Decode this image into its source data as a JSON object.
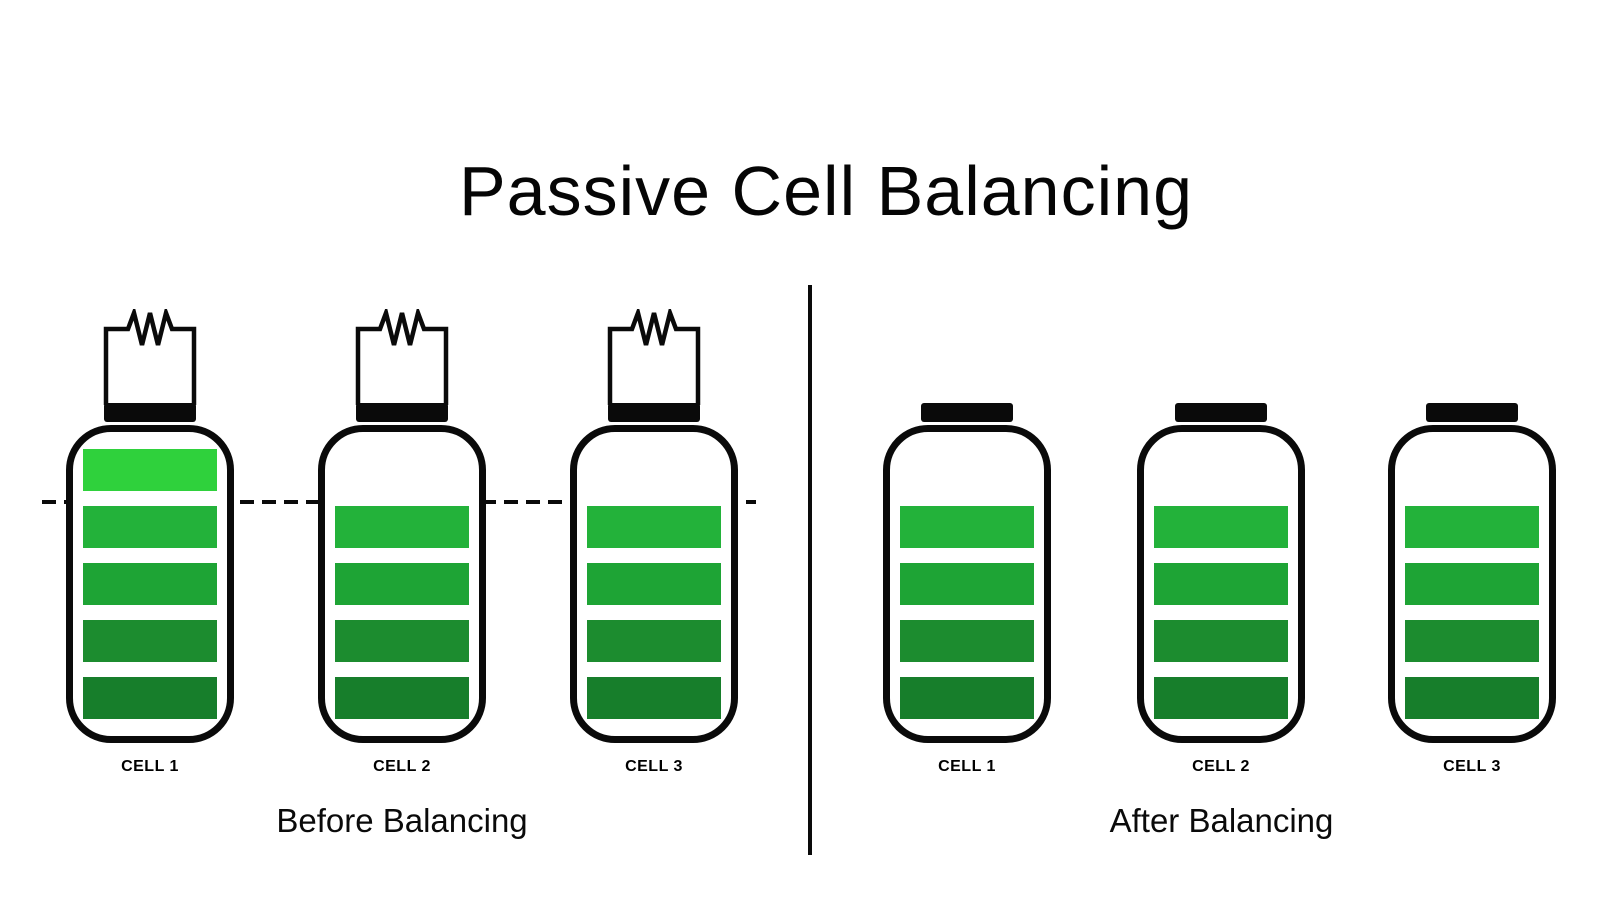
{
  "title": "Passive Cell Balancing",
  "palette": {
    "bright": "#2FD13C",
    "g1": "#23B23A",
    "g2": "#1EA435",
    "g3": "#1C8C2F",
    "g4": "#177E2B",
    "outline": "#0A0A0A"
  },
  "before": {
    "caption": "Before Balancing",
    "cells": [
      {
        "label": "CELL 1",
        "resistor": true,
        "bars": [
          "bright",
          "g1",
          "g2",
          "g3",
          "g4"
        ]
      },
      {
        "label": "CELL 2",
        "resistor": true,
        "bars": [
          "g1",
          "g2",
          "g3",
          "g4"
        ]
      },
      {
        "label": "CELL 3",
        "resistor": true,
        "bars": [
          "g1",
          "g2",
          "g3",
          "g4"
        ]
      }
    ]
  },
  "after": {
    "caption": "After Balancing",
    "cells": [
      {
        "label": "CELL 1",
        "resistor": false,
        "bars": [
          "g1",
          "g2",
          "g3",
          "g4"
        ]
      },
      {
        "label": "CELL 2",
        "resistor": false,
        "bars": [
          "g1",
          "g2",
          "g3",
          "g4"
        ]
      },
      {
        "label": "CELL 3",
        "resistor": false,
        "bars": [
          "g1",
          "g2",
          "g3",
          "g4"
        ]
      }
    ]
  }
}
